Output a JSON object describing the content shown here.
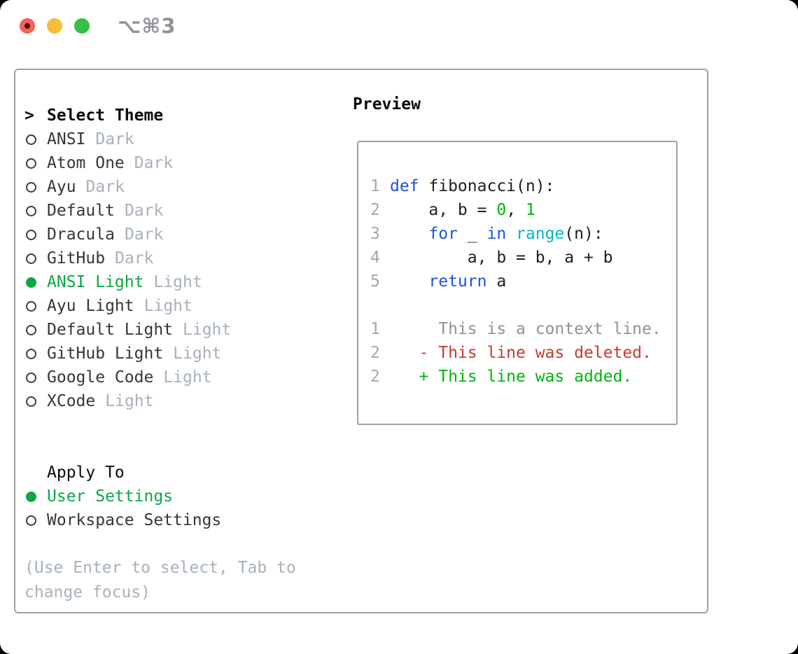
{
  "window": {
    "title": "⌥⌘3"
  },
  "titlebar": {
    "buttons": [
      "close",
      "minimize",
      "zoom"
    ]
  },
  "theme_list": {
    "header_prefix": ">",
    "header": "Select Theme",
    "items": [
      {
        "name": "ANSI",
        "tag": "Dark",
        "selected": false
      },
      {
        "name": "Atom One",
        "tag": "Dark",
        "selected": false
      },
      {
        "name": "Ayu",
        "tag": "Dark",
        "selected": false
      },
      {
        "name": "Default",
        "tag": "Dark",
        "selected": false
      },
      {
        "name": "Dracula",
        "tag": "Dark",
        "selected": false
      },
      {
        "name": "GitHub",
        "tag": "Dark",
        "selected": false
      },
      {
        "name": "ANSI Light",
        "tag": "Light",
        "selected": true
      },
      {
        "name": "Ayu Light",
        "tag": "Light",
        "selected": false
      },
      {
        "name": "Default Light",
        "tag": "Light",
        "selected": false
      },
      {
        "name": "GitHub Light",
        "tag": "Light",
        "selected": false
      },
      {
        "name": "Google Code",
        "tag": "Light",
        "selected": false
      },
      {
        "name": "XCode",
        "tag": "Light",
        "selected": false
      }
    ]
  },
  "apply_to": {
    "header": "Apply To",
    "options": [
      {
        "label": "User Settings",
        "selected": true
      },
      {
        "label": "Workspace Settings",
        "selected": false
      }
    ]
  },
  "help_text": [
    "(Use Enter to select, Tab to",
    "change focus)"
  ],
  "preview": {
    "heading": "Preview",
    "lines": [
      {
        "num": "1",
        "tokens": [
          {
            "c": "blue",
            "t": "def"
          },
          {
            "c": "fg",
            "t": " fibonacci(n):"
          }
        ]
      },
      {
        "num": "2",
        "tokens": [
          {
            "c": "fg",
            "t": "    a, b = "
          },
          {
            "c": "green",
            "t": "0"
          },
          {
            "c": "fg",
            "t": ", "
          },
          {
            "c": "green",
            "t": "1"
          }
        ]
      },
      {
        "num": "3",
        "tokens": [
          {
            "c": "fg",
            "t": "    "
          },
          {
            "c": "blue",
            "t": "for"
          },
          {
            "c": "fg",
            "t": " _ "
          },
          {
            "c": "blue",
            "t": "in"
          },
          {
            "c": "fg",
            "t": " "
          },
          {
            "c": "cyan",
            "t": "range"
          },
          {
            "c": "fg",
            "t": "(n):"
          }
        ]
      },
      {
        "num": "4",
        "tokens": [
          {
            "c": "fg",
            "t": "        a, b = b, a + b"
          }
        ]
      },
      {
        "num": "5",
        "tokens": [
          {
            "c": "fg",
            "t": "    "
          },
          {
            "c": "blue",
            "t": "return"
          },
          {
            "c": "fg",
            "t": " a"
          }
        ]
      },
      {
        "num": "",
        "tokens": []
      },
      {
        "num": "1",
        "tokens": [
          {
            "c": "context",
            "t": "     This is a context line."
          }
        ]
      },
      {
        "num": "2",
        "tokens": [
          {
            "c": "red",
            "t": "   - This line was deleted."
          }
        ]
      },
      {
        "num": "2",
        "tokens": [
          {
            "c": "green",
            "t": "   + This line was added."
          }
        ]
      }
    ]
  },
  "colors": {
    "border": "#9aa3ae",
    "foreground": "#32373d",
    "heading": "#0b0b0d",
    "tag_gray": "#a7b1bc",
    "linenum_gray": "#9fa9b4",
    "context_gray": "#8b939b",
    "ui_green": "#0ca844",
    "diff_green": "#00b40c",
    "diff_red": "#c53b2d",
    "keyword_blue": "#1d53d6",
    "builtin_cyan": "#00b7c8",
    "title_gray": "#8f9398",
    "traffic_red": "#f4605a",
    "traffic_yellow": "#f7bd36",
    "traffic_green": "#32c148"
  }
}
